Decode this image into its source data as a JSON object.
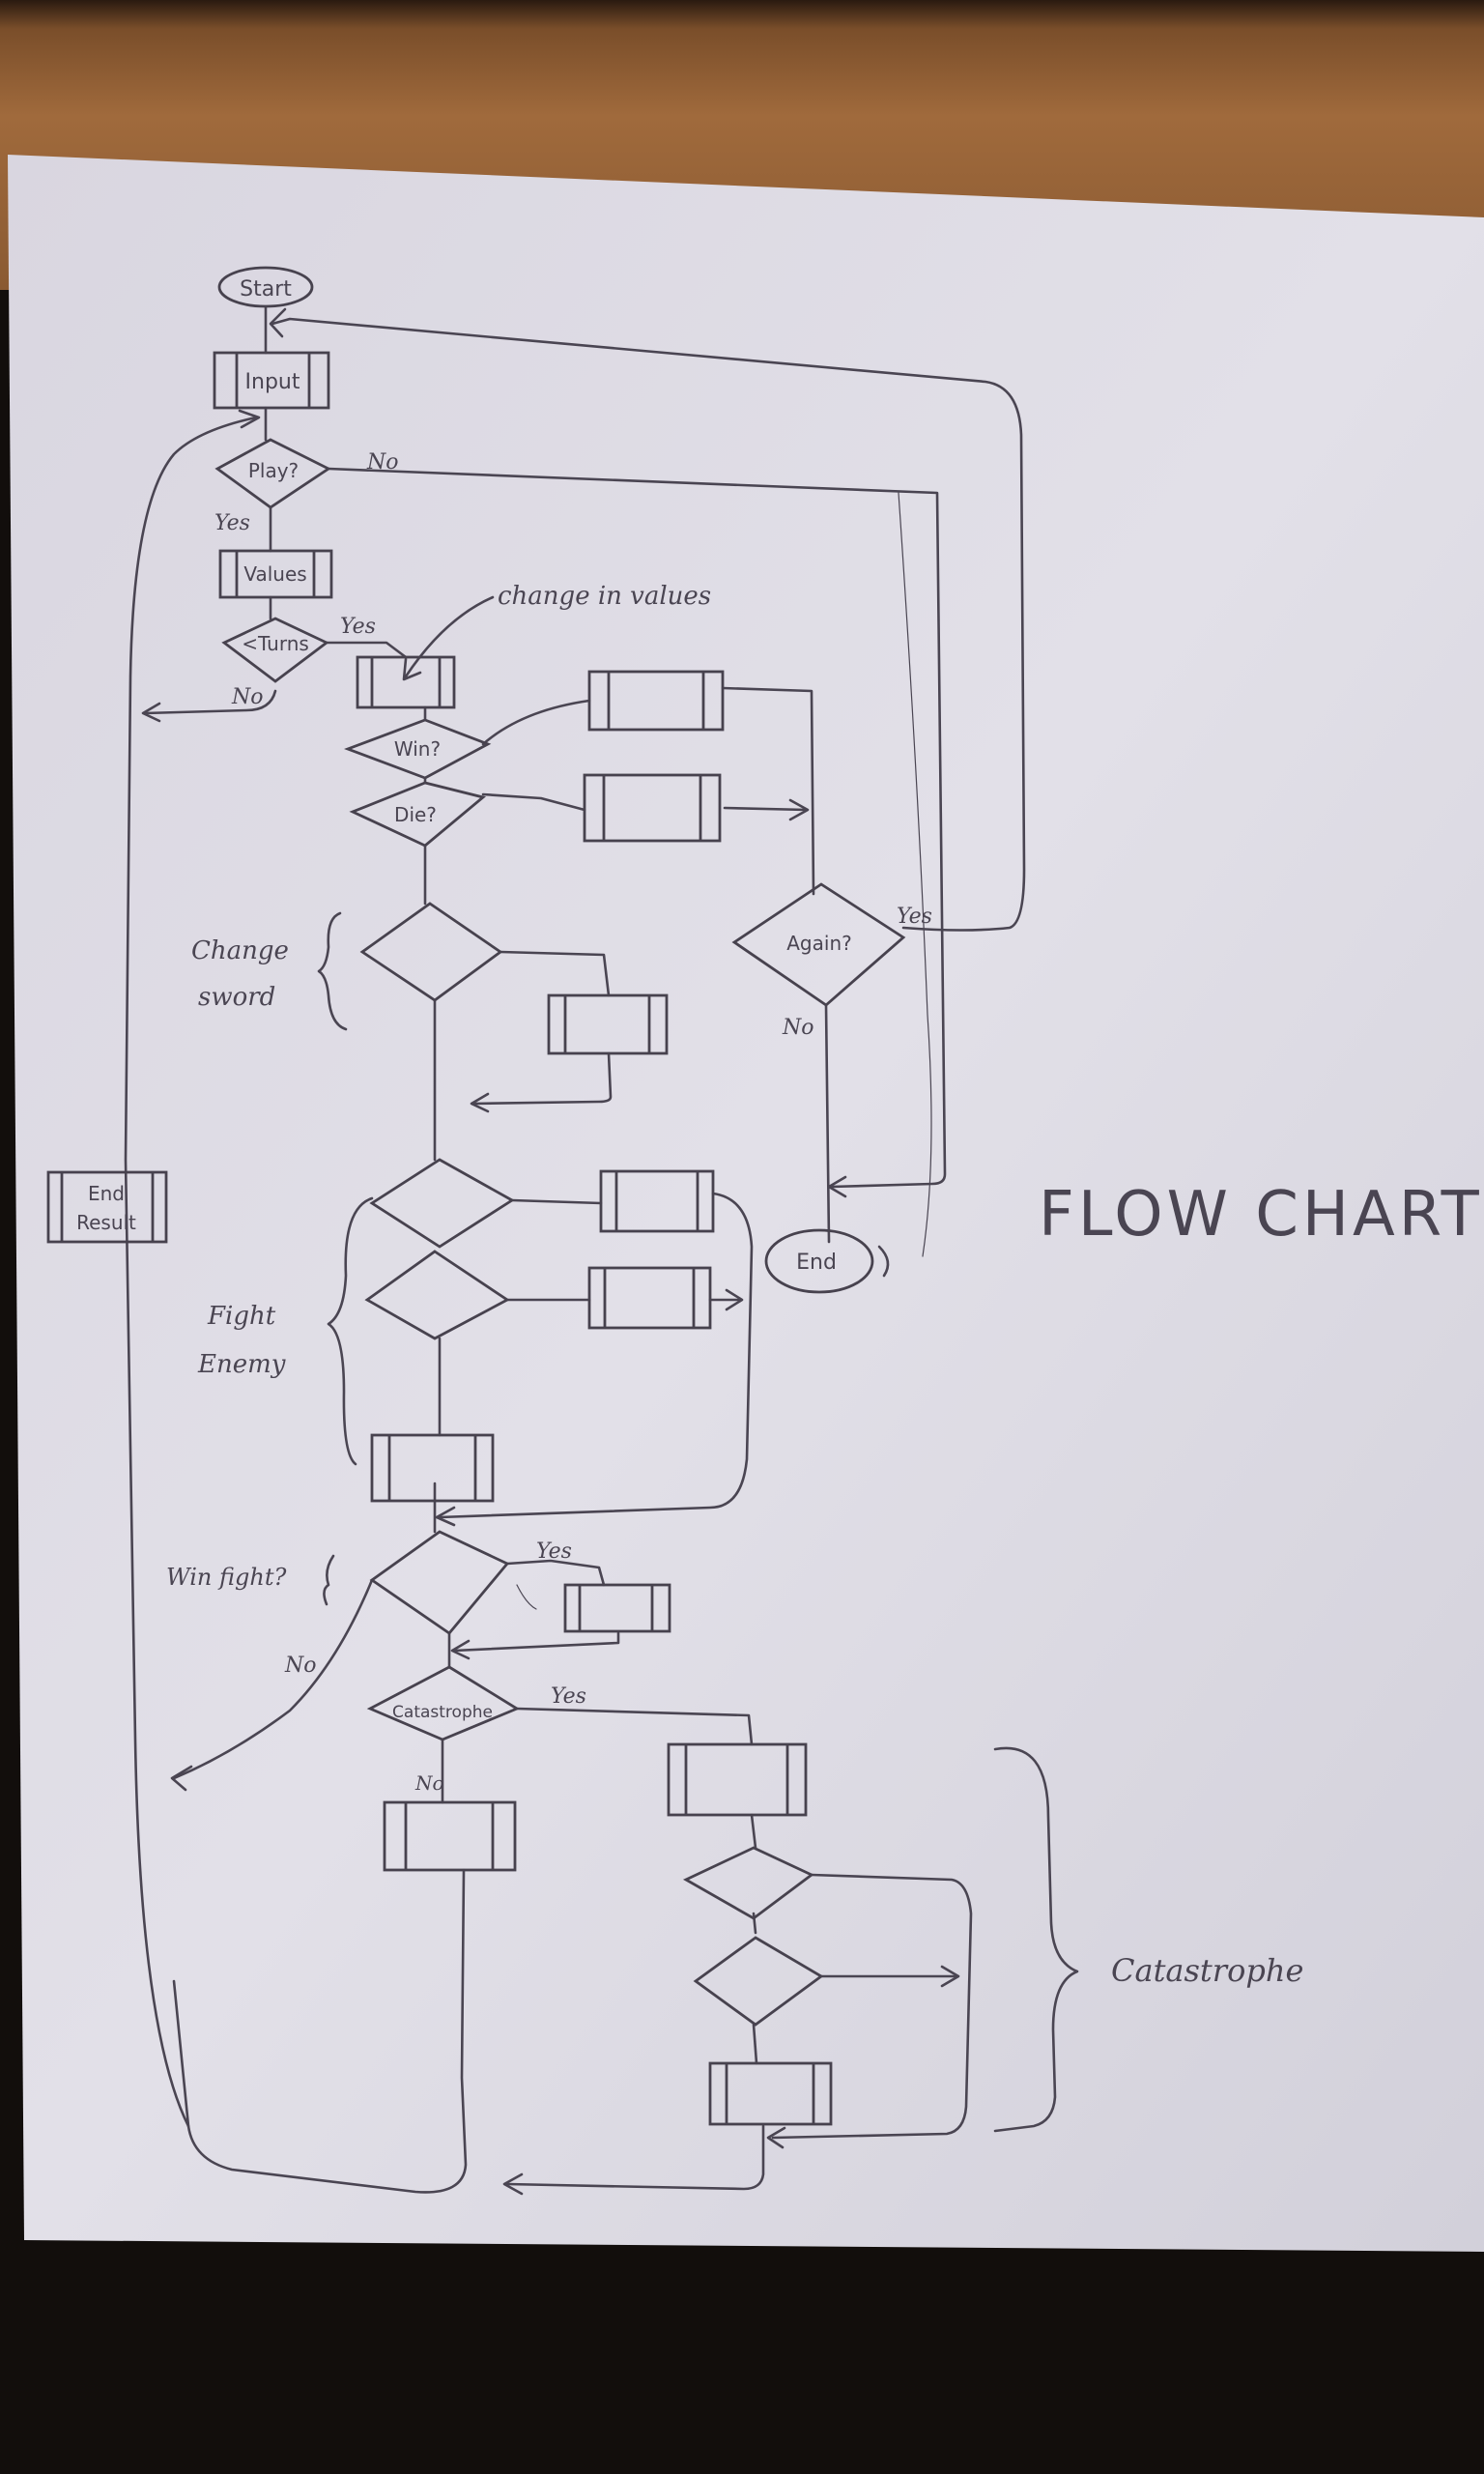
{
  "diagram": {
    "heading": "FLOW CHART",
    "nodes": {
      "start": "Start",
      "input": "Input",
      "play": "Play?",
      "values": "Values",
      "turns": "<Turns",
      "win": "Win?",
      "die": "Die?",
      "again": "Again?",
      "end": "End",
      "end_result_line1": "End",
      "end_result_line2": "Result",
      "catastrophe": "Catastrophe"
    },
    "edge_labels": {
      "play_no": "No",
      "play_yes": "Yes",
      "turns_yes": "Yes",
      "turns_no": "No",
      "again_yes": "Yes",
      "again_no": "No",
      "winfight_yes": "Yes",
      "winfight_no": "No",
      "catastrophe_yes": "Yes",
      "catastrophe_no": "No"
    },
    "annotations": {
      "change_in_values": "change in values",
      "change_sword_line1": "Change",
      "change_sword_line2": "sword",
      "fight_enemy_line1": "Fight",
      "fight_enemy_line2": "Enemy",
      "win_fight": "Win fight?",
      "catastrophe_group": "Catastrophe"
    }
  },
  "colors": {
    "paper": "#dcdae3",
    "ink": "#4a4552",
    "desk": "#9a6438",
    "background": "#120e0c"
  }
}
